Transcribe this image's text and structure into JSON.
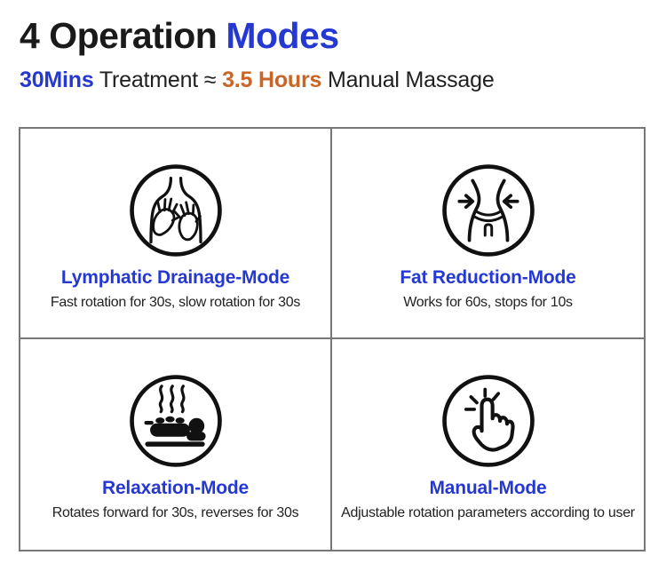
{
  "header": {
    "title_black": "4 Operation",
    "title_blue": "Modes",
    "subtitle": {
      "part1": "30Mins",
      "part2": " Treatment ≈ ",
      "part3": "3.5 Hours",
      "part4": " Manual Massage"
    }
  },
  "colors": {
    "accent_blue": "#2539d2",
    "accent_orange": "#c96527",
    "text_dark": "#1a1a1a",
    "border_gray": "#777777"
  },
  "modes": [
    {
      "icon": "massage-hands-icon",
      "title": "Lymphatic Drainage-Mode",
      "description": "Fast rotation for 30s, slow rotation for 30s"
    },
    {
      "icon": "waist-slimming-icon",
      "title": "Fat Reduction-Mode",
      "description": "Works for 60s, stops for 10s"
    },
    {
      "icon": "relaxation-massage-icon",
      "title": "Relaxation-Mode",
      "description": "Rotates forward for 30s, reverses for 30s"
    },
    {
      "icon": "hand-tap-icon",
      "title": "Manual-Mode",
      "description": "Adjustable rotation parameters according to user"
    }
  ]
}
